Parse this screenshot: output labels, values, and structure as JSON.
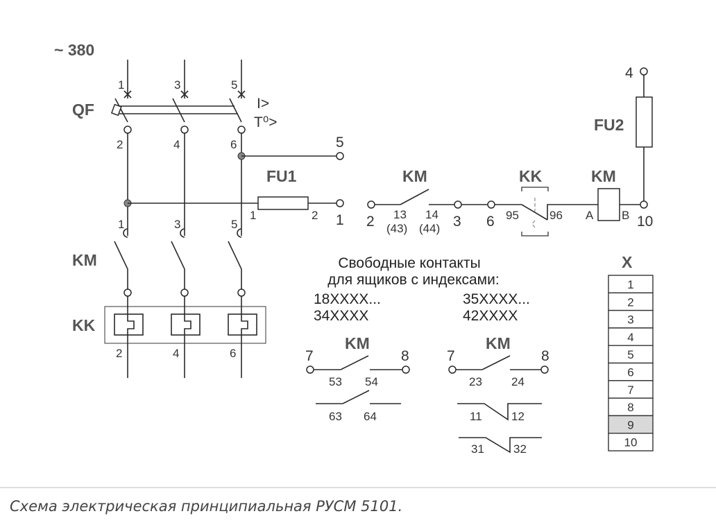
{
  "supply": "~ 380",
  "labels": {
    "qf": "QF",
    "km": "KM",
    "kk": "KK",
    "fu1": "FU1",
    "fu2": "FU2",
    "x": "X",
    "overcurrent": "I>",
    "overtemp": "T⁰>"
  },
  "power": {
    "top_terminals": [
      "1",
      "3",
      "5"
    ],
    "qf_outputs": [
      "2",
      "4",
      "6"
    ],
    "km_inputs": [
      "1",
      "3",
      "5"
    ],
    "kk_outputs": [
      "2",
      "4",
      "6"
    ],
    "tap_terminal": "5",
    "fu1_left": "1",
    "fu1_right": "2",
    "fu1_out": "1"
  },
  "control": {
    "t_2": "2",
    "t_13": "13",
    "t_43": "(43)",
    "t_14": "14",
    "t_44": "(44)",
    "t_3": "3",
    "t_6": "6",
    "t_95": "95",
    "t_96": "96",
    "t_a": "A",
    "t_b": "B",
    "t_10": "10",
    "t_4": "4"
  },
  "free_contacts": {
    "line1": "Свободные контакты",
    "line2": "для ящиков с индексами:",
    "idx": [
      "18XXXX...",
      "34XXXX",
      "35XXXX...",
      "42XXXX"
    ],
    "left": {
      "t7": "7",
      "t8": "8",
      "a": "53",
      "b": "54",
      "c": "63",
      "d": "64"
    },
    "right": {
      "t7": "7",
      "t8": "8",
      "a": "23",
      "b": "24",
      "c": "11",
      "d": "12",
      "e": "31",
      "f": "32"
    }
  },
  "terminal_block": {
    "cells": [
      "1",
      "2",
      "3",
      "4",
      "5",
      "6",
      "7",
      "8",
      "9",
      "10"
    ],
    "highlighted": "9",
    "highlight_color": "#d9d9d9"
  },
  "caption": "Схема электрическая принципиальная РУСМ 5101."
}
